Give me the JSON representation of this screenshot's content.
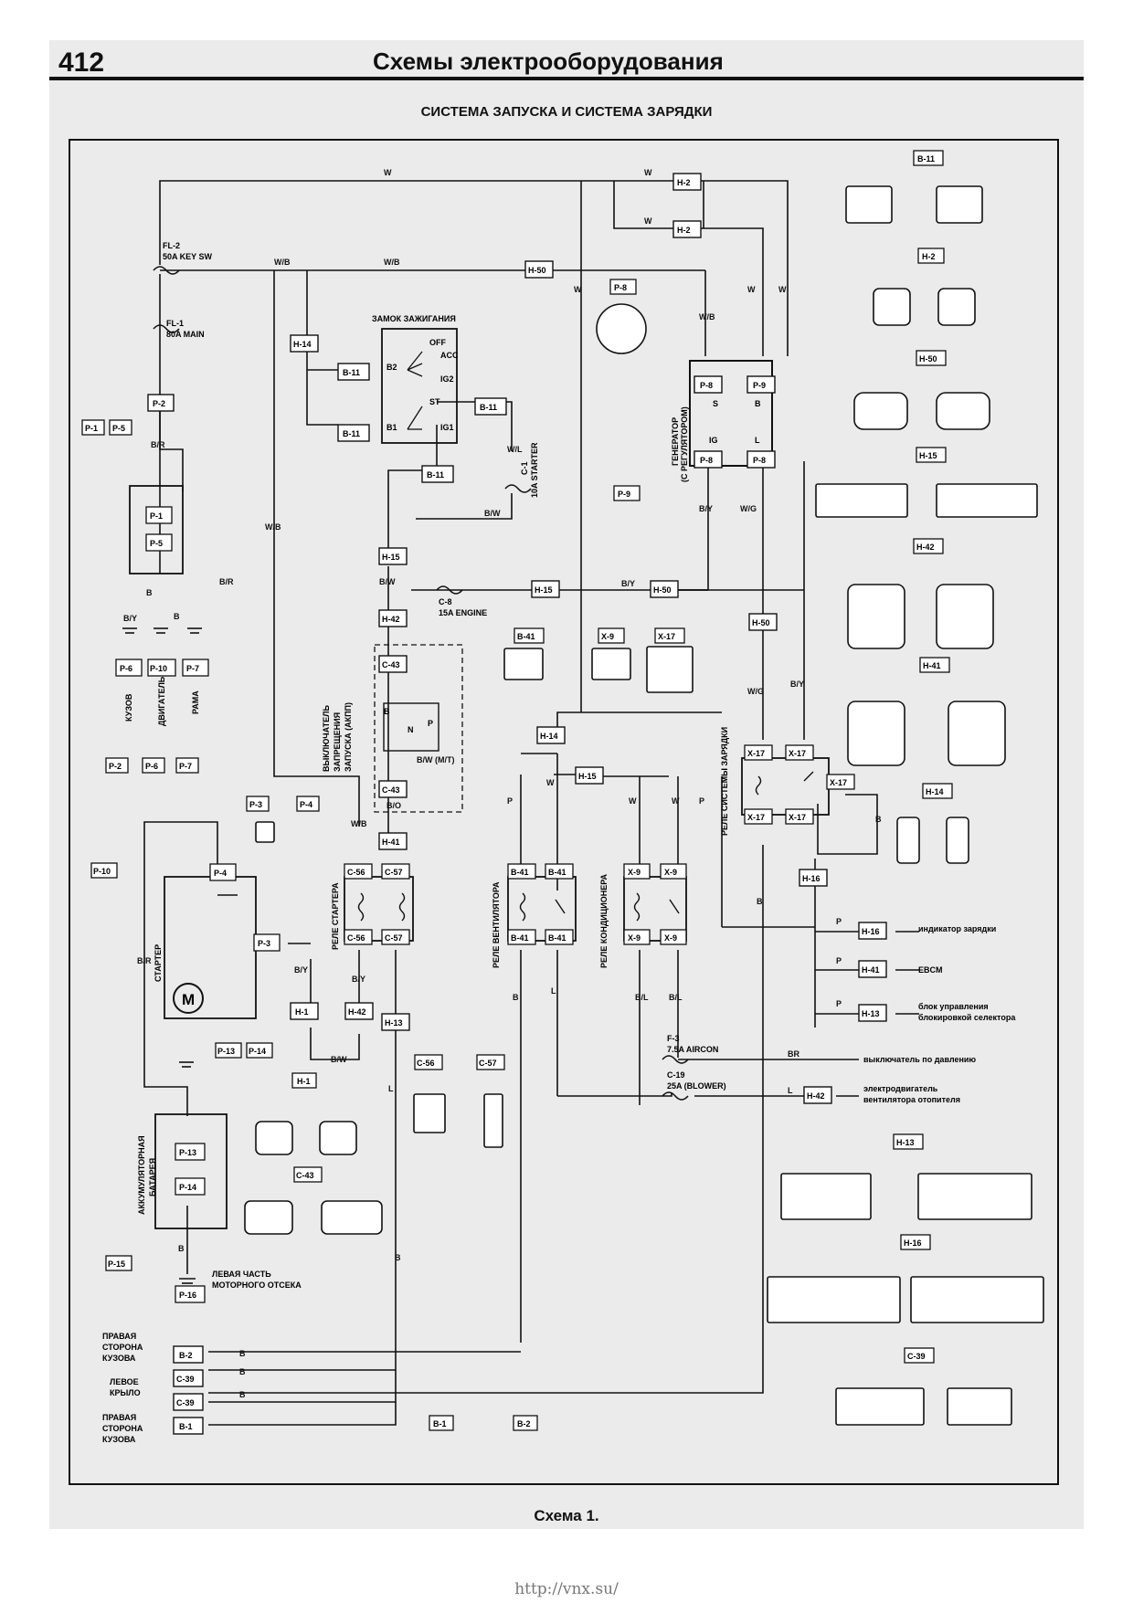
{
  "page": {
    "number": "412",
    "header": "Схемы электрооборудования",
    "section_title": "СИСТЕМА ЗАПУСКА И СИСТЕМА ЗАРЯДКИ",
    "caption": "Схема 1.",
    "watermark": "http://vnx.su/"
  },
  "components": {
    "fuse_fl2": "FL-2",
    "fuse_fl2_rating": "50A KEY SW",
    "fuse_fl1": "FL-1",
    "fuse_fl1_rating": "80A MAIN",
    "ignition_switch": "ЗАМОК ЗАЖИГАНИЯ",
    "ign_positions": [
      "OFF",
      "ACC",
      "IG2",
      "ST",
      "IG1",
      "B2",
      "B1"
    ],
    "fuse_c1": "C-1",
    "fuse_c1_rating": "10A STARTER",
    "fuse_c8": "C-8",
    "fuse_c8_rating": "15A ENGINE",
    "generator": "ГЕНЕРАТОР",
    "generator_sub": "(С РЕГУЛЯТОРОМ)",
    "gen_pins": [
      "S",
      "B",
      "IG",
      "L"
    ],
    "inhibitor_switch": [
      "ВЫКЛЮЧАТЕЛЬ",
      "ЗАПРЕЩЕНИЯ",
      "ЗАПУСКА (АКПП)"
    ],
    "inhibitor_positions": [
      "B",
      "P",
      "N"
    ],
    "starter_relay": "РЕЛЕ СТАРТЕРА",
    "fan_relay": "РЕЛЕ ВЕНТИЛЯТОРА",
    "ac_relay": "РЕЛЕ КОНДИЦИОНЕРА",
    "charge_relay": "РЕЛЕ СИСТЕМЫ ЗАРЯДКИ",
    "starter": "СТАРТЕР",
    "motor_symbol": "M",
    "battery": [
      "АККУМУЛЯТОРНАЯ",
      "БАТАРЕЯ"
    ],
    "ground_engine_bay": [
      "ЛЕВАЯ ЧАСТЬ",
      "МОТОРНОГО ОТСЕКА"
    ],
    "ground_labels": [
      "КУЗОВ",
      "ДВИГАТЕЛЬ",
      "РАМА"
    ],
    "fuse_f3": "F-3",
    "fuse_f3_rating": "7.5A AIRCON",
    "fuse_c19": "C-19",
    "fuse_c19_rating": "25A (BLOWER)",
    "outputs": [
      "индикатор зарядки",
      "EBCM",
      "блок управления",
      "блокировкой селектора",
      "выключатель по давлению",
      "электродвигатель",
      "вентилятора отопителя"
    ],
    "body_grounds": [
      "ПРАВАЯ",
      "СТОРОНА",
      "КУЗОВА",
      "ЛЕВОЕ",
      "КРЫЛО",
      "ПРАВАЯ",
      "СТОРОНА",
      "КУЗОВА"
    ]
  },
  "connector_views": [
    "B-11",
    "H-2",
    "H-50",
    "H-15",
    "H-42",
    "H-41",
    "H-14",
    "H-13",
    "H-16",
    "C-39",
    "P-8",
    "P-9",
    "B-41",
    "X-9",
    "X-17",
    "P-1",
    "P-5",
    "P-2",
    "P-6",
    "P-7",
    "P-3",
    "P-4",
    "P-10",
    "P-13",
    "P-14",
    "P-15",
    "P-16",
    "H-1",
    "C-43",
    "C-56",
    "C-57",
    "B-1",
    "B-2"
  ]
}
